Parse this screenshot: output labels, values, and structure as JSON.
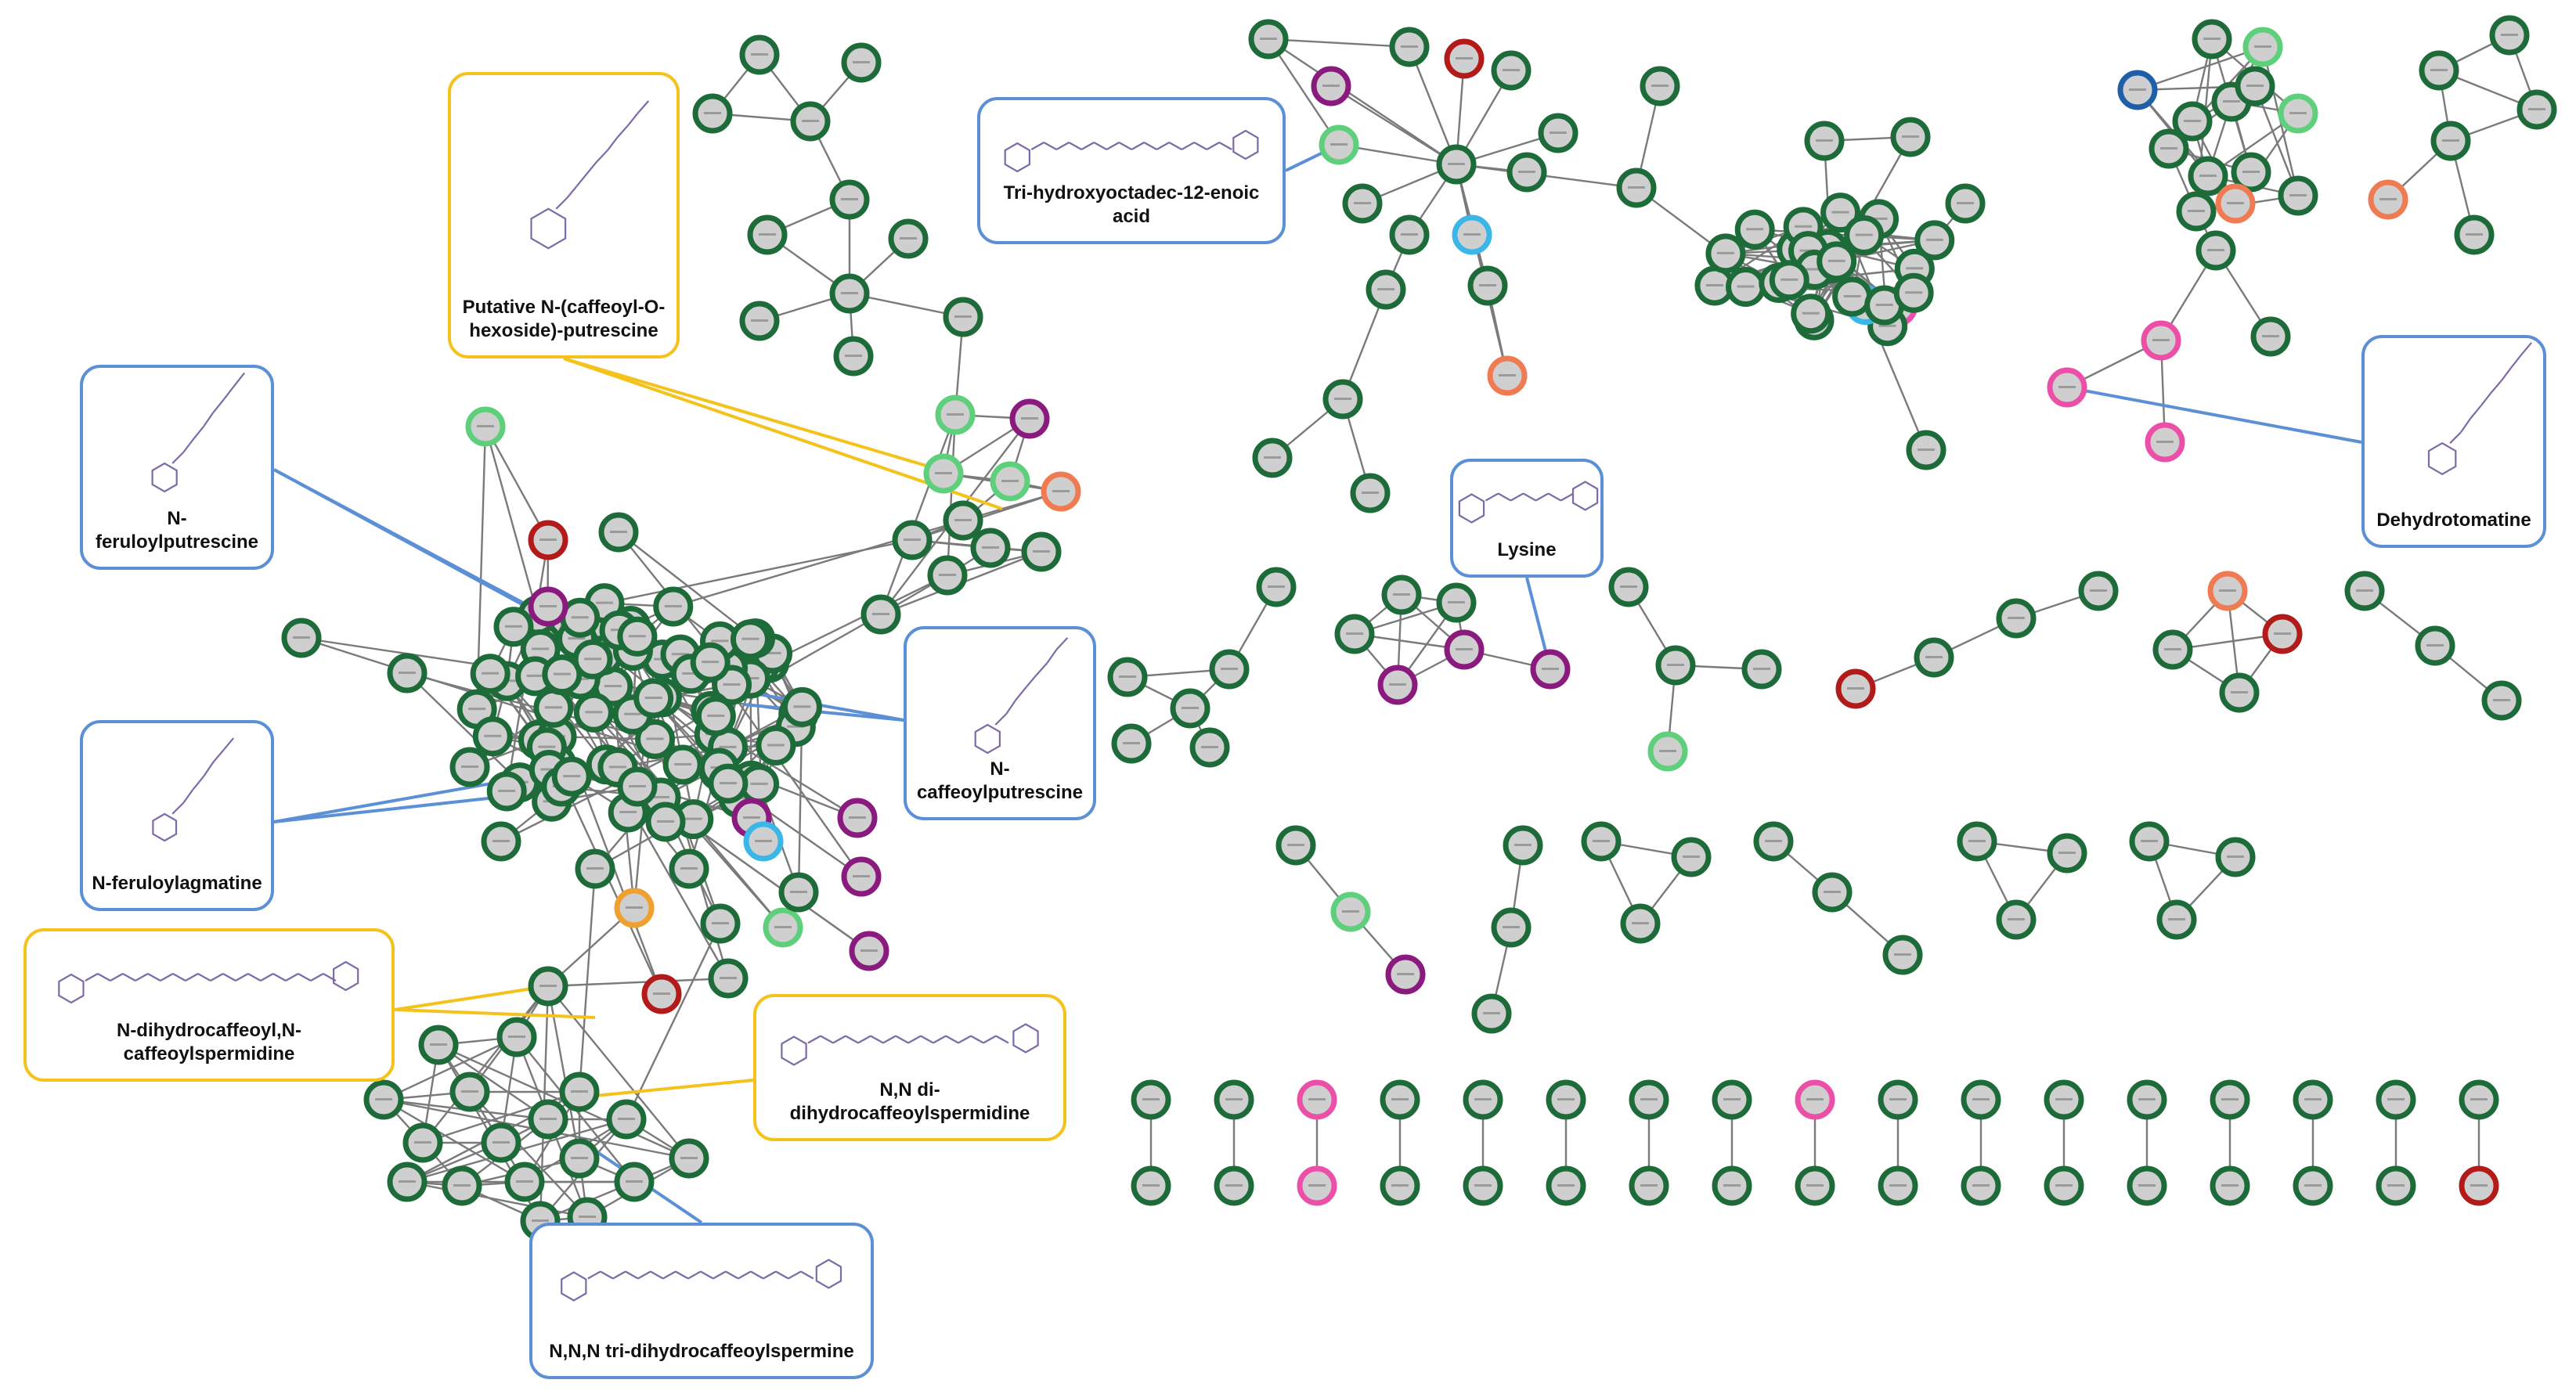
{
  "colors": {
    "node_fill": "#cfcfcf",
    "edge": "#7a7a7a",
    "dark_green": "#1e6b3a",
    "light_green": "#5ecf7a",
    "purple": "#8b1a7f",
    "red": "#b31a1a",
    "orange": "#f07a52",
    "cyan": "#3ab7e6",
    "pink": "#ec4fa8",
    "blue": "#1f5fa8",
    "amber": "#f0a030",
    "callout_blue": "#5b8fd6",
    "callout_gold": "#f5c21b",
    "structure": "#7d6aa8"
  },
  "callouts": [
    {
      "id": "feruloylputrescine",
      "label": "N-feruloylputrescine"
    },
    {
      "id": "feruloylagmatine",
      "label": "N-feruloylagmatine"
    },
    {
      "id": "caffeoylputrescine",
      "label": "N-caffeoylputrescine"
    },
    {
      "id": "caffeoyl_hexoside",
      "label": "Putative N-(caffeoyl-O-hexoside)-putrescine"
    },
    {
      "id": "tri_hydroxy",
      "label": "Tri-hydroxyoctadec-12-enoic acid"
    },
    {
      "id": "lysine",
      "label": "Lysine"
    },
    {
      "id": "dehydrotomatine",
      "label": "Dehydrotomatine"
    },
    {
      "id": "dihydrocaffeoyl_caffeoyl",
      "label": "N-dihydrocaffeoyl,N-caffeoylspermidine"
    },
    {
      "id": "di_dihydrocaffeoyl",
      "label": "N,N di-dihydrocaffeoylspermidine"
    },
    {
      "id": "tri_dihydrocaffeoyl",
      "label": "N,N,N tri-dihydrocaffeoylspermine"
    }
  ]
}
